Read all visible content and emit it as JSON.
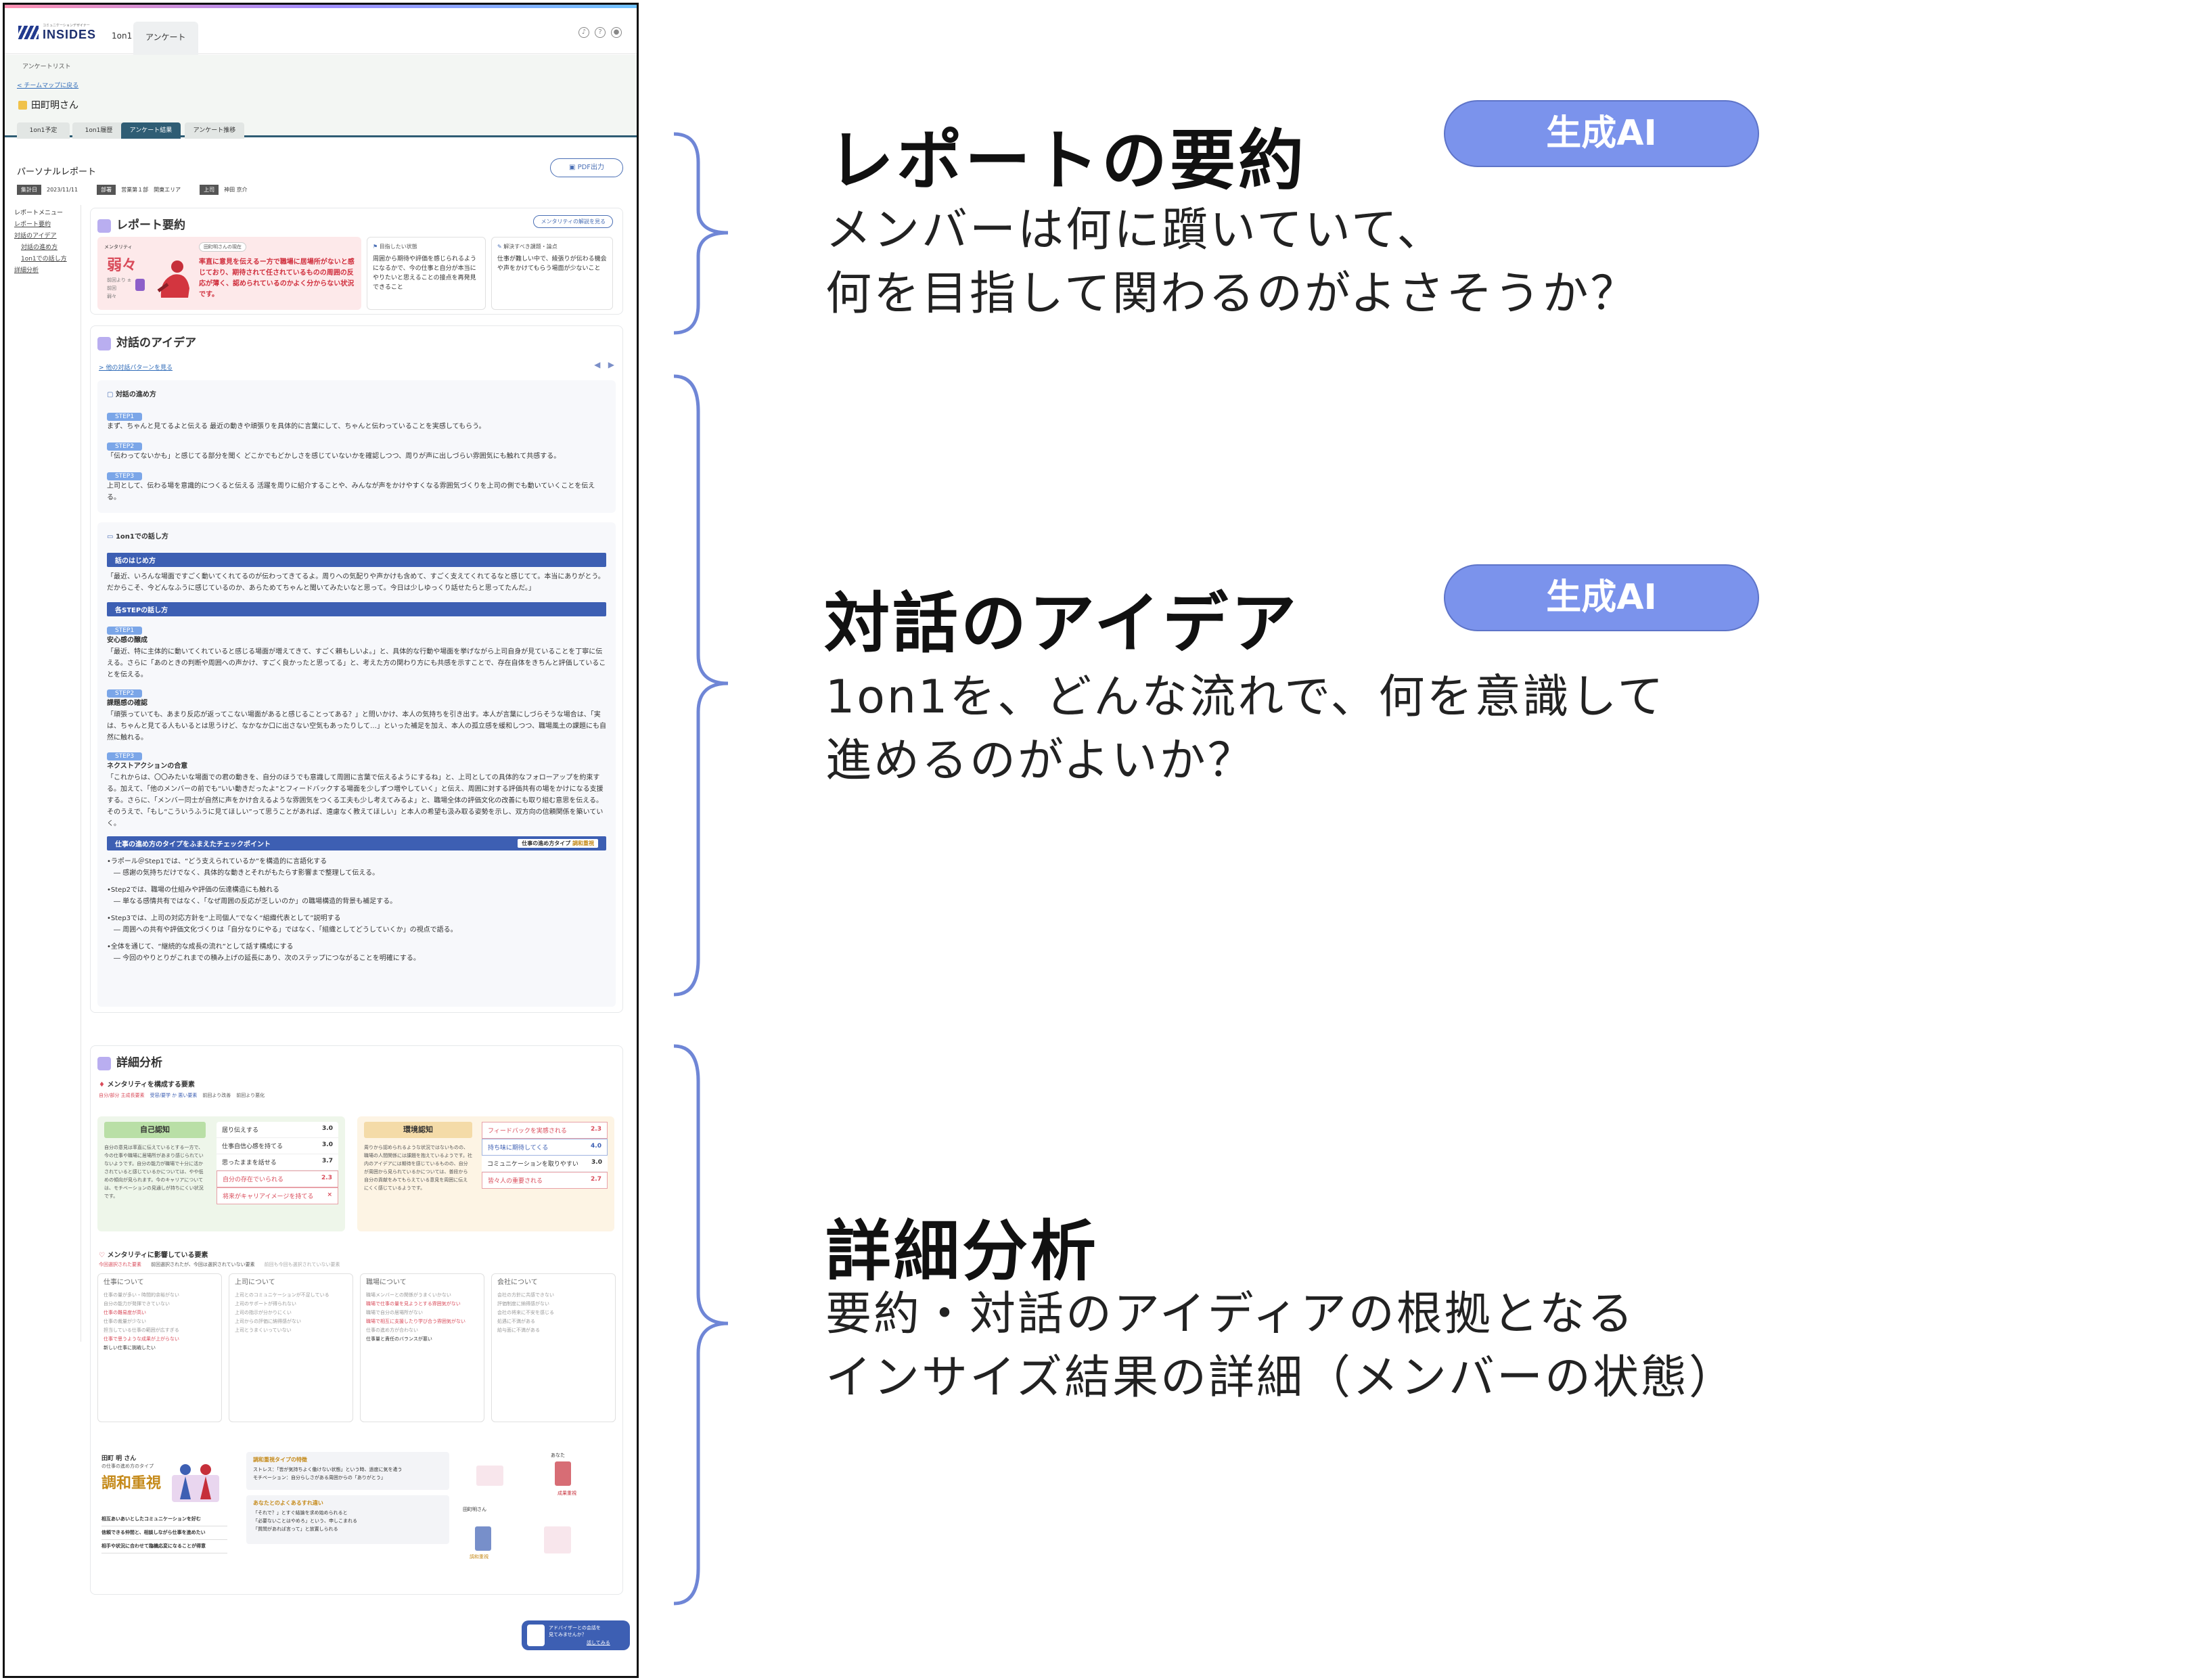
{
  "app": {
    "logo_small": "コミュニケーションデザイナー",
    "logo": "INSIDES",
    "nav": [
      "1on1",
      "アンケート"
    ],
    "icons": [
      "bell-icon",
      "help-icon",
      "user-icon"
    ]
  },
  "subheader": {
    "breadcrumb": "アンケートリスト",
    "back_link": "< チームマップに戻る",
    "member_name": "田町明さん",
    "tabs": [
      "1on1予定",
      "1on1履歴",
      "アンケート結果",
      "アンケート推移"
    ],
    "active_tab": "アンケート結果"
  },
  "report": {
    "title": "パーソナルレポート",
    "pdf_button": "PDF出力",
    "meta": [
      {
        "label": "集計日",
        "value": "2023/11/11"
      },
      {
        "label": "部署",
        "value": "営業第１部　関東エリア"
      },
      {
        "label": "上司",
        "value": "神田 京介"
      }
    ]
  },
  "sidebar": {
    "title": "レポートメニュー",
    "items": [
      "レポート要約",
      "対話のアイデア",
      "対話の進め方",
      "1on1での話し方",
      "詳細分析"
    ]
  },
  "summary": {
    "title": "レポート要約",
    "mentality_button": "メンタリティの解説を見る",
    "mentality_label": "メンタリティ",
    "mentality_value": "弱々",
    "mentality_sub": [
      "前回より",
      "±",
      "前回",
      "弱々"
    ],
    "tag": "田町明さんの現在",
    "main_text": "率直に意見を伝えるー方で職場に居場所がないと感じており、期待されて任されているものの周囲の反応が薄く、認められているのかよく分からない状況です。",
    "col2_title": "目指したい状態",
    "col2_text": "周囲から期待や評価を感じられるようになるかで、今の仕事と自分が本当にやりたいと思えることの接点を再発見できること",
    "col3_title": "解決すべき課題・論点",
    "col3_text": "仕事が難しい中で、綾張りが伝わる機会や声をかけてもらう場面が少ないこと"
  },
  "dialog": {
    "title": "対話のアイデア",
    "link": "> 他の対話パターンを見る",
    "flow_title": "対話の進め方",
    "steps": [
      {
        "label": "STEP1",
        "text": "まず、ちゃんと見てるよと伝える 最近の動きや頑張りを具体的に言葉にして、ちゃんと伝わっていることを実感してもらう。"
      },
      {
        "label": "STEP2",
        "text": "「伝わってないかも」と感じてる部分を聞く どこかでもどかしさを感じていないかを確認しつつ、周りが声に出しづらい雰囲気にも触れて共感する。"
      },
      {
        "label": "STEP3",
        "text": "上司として、伝わる場を意識的につくると伝える 活躍を周りに紹介することや、みんなが声をかけやすくなる雰囲気づくりを上司の側でも動いていくことを伝える。"
      }
    ],
    "talk_title": "1on1での話し方",
    "opening_bar": "話のはじめ方",
    "opening_text": "「最近、いろんな場面ですごく動いてくれてるのが伝わってきてるよ。周りへの気配りや声かけも含めて、すごく支えてくれてるなと感じてて。本当にありがとう。だからこそ、今どんなふうに感じているのか、あらためてちゃんと聞いてみたいなと思って。今日は少しゆっくり話せたらと思ってたんだ。」",
    "steps_bar": "各STEPの話し方",
    "talk_steps": [
      {
        "label": "STEP1",
        "head": "安心感の醸成",
        "text": "「最近、特に主体的に動いてくれていると感じる場面が増えてきて、すごく頼もしいよ。」と、具体的な行動や場面を挙げながら上司自身が見ていることを丁寧に伝える。さらに「あのときの判断や周囲への声かけ、すごく良かったと思ってる」と、考えた方の関わり方にも共感を示すことで、存在自体をきちんと評価していることを伝える。"
      },
      {
        "label": "STEP2",
        "head": "課題感の確認",
        "text": "「頑張っていても、あまり反応が返ってこない場面があると感じることってある？」と問いかけ、本人の気持ちを引き出す。本人が言葉にしづらそうな場合は、「実は、ちゃんと見てる人もいるとは思うけど、なかなか口に出さない空気もあったりして…」といった補足を加え、本人の孤立感を緩和しつつ、職場風土の課題にも自然に触れる。"
      },
      {
        "label": "STEP3",
        "head": "ネクストアクションの合意",
        "text": "「これからは、〇〇みたいな場面での君の動きを、自分のほうでも意識して周囲に言葉で伝えるようにするね」と、上司としての具体的なフォローアップを約束する。加えて、「他のメンバーの前でも“いい動きだったよ”とフィードバックする場面を少しずつ増やしていく」と伝え、周囲に対する評価共有の場をかけになる支援する。さらに、「メンバー同士が自然に声をかけ合えるような雰囲気をつくる工夫も少し考えてみるよ」と、職場全体の評価文化の改善にも取り組む意思を伝える。そのうえで、「もし“こういうふうに見てほしい”って思うことがあれば、遠慮なく教えてほしい」と本人の希望も汲み取る姿勢を示し、双方向の信頼関係を築いていく。"
      }
    ],
    "check_bar": "仕事の進め方のタイプをふまえたチェックポイント",
    "check_type_label": "仕事の進め方タイプ",
    "check_type": "調和重視",
    "checkpoints": [
      {
        "head": "•ラポール＠Step1では、“どう支えられているか”を構造的に言語化する",
        "sub": "― 感謝の気持ちだけでなく、具体的な動きとそれがもたらす影響まで整理して伝える。"
      },
      {
        "head": "•Step2では、職場の仕組みや評価の伝達構造にも触れる",
        "sub": "― 単なる感情共有ではなく、「なぜ周囲の反応が乏しいのか」の職場構造的背景も補足する。"
      },
      {
        "head": "•Step3では、上司の対応方針を“上司個人”でなく“組織代表として”説明する",
        "sub": "― 周囲への共有や評価文化づくりは「自分なりにやる」ではなく、「組織としてどうしていくか」の視点で語る。"
      },
      {
        "head": "•全体を通じて、“継続的な成長の流れ”として話す構成にする",
        "sub": "― 今回のやりとりがこれまでの積み上げの延長にあり、次のステップにつながることを明確にする。"
      }
    ]
  },
  "detail": {
    "title": "詳細分析",
    "elements_title": "メンタリティを構成する要素",
    "legend": [
      "自分/部分 主成長要素",
      "受容/要学 か 悪い要素",
      "前回より改善",
      "前回より悪化"
    ],
    "self_title": "自己認知",
    "self_text": "自分の意見は率直に伝えているとする一方で、今の仕事や職場に居場所があまり感じられていないようです。自分の能力が職場で十分に活かされていると感じているかについては、やや低めの傾向が見られます。今のキャリアについては、モチベーションの見通しが持ちにくい状況です。",
    "self_rows": [
      {
        "label": "居り伝えする",
        "value": "3.0"
      },
      {
        "label": "仕事自信心感を持てる",
        "value": "3.0"
      },
      {
        "label": "思ったままを話せる",
        "value": "3.7"
      },
      {
        "label": "自分の存在でいられる",
        "value": "2.3"
      },
      {
        "label": "将来がキャリアイメージを持てる",
        "value": "×"
      }
    ],
    "env_title": "環境認知",
    "env_text": "周りから認められるような状況ではないものの、職場の人間関係には課題を抱えているようです。社内のアイデアには期待を感じているものの、自分が周囲から見られているかについては、普段から自分の貢献をみてもらえている意見を周囲に伝えにくく感じているようです。",
    "env_rows": [
      {
        "label": "フィードバックを実感される",
        "value": "2.3"
      },
      {
        "label": "持ち味に期待してくる",
        "value": "4.0"
      },
      {
        "label": "コミュニケーションを取りやすい",
        "value": "3.0"
      },
      {
        "label": "皆々人の重要される",
        "value": "2.7"
      }
    ],
    "factors_title": "メンタリティに影響している要素",
    "factor_legend": [
      "今回選択された要素",
      "前回選択されたが、今回は選択されていない要素",
      "前回も今回も選択されていない要素"
    ],
    "factor_cols": [
      {
        "title": "仕事について",
        "items": [
          "仕事の量が多い・時間的余裕がない",
          "自分の能力が発揮できていない",
          "仕事の難易度が高い",
          "仕事の裁量が少ない",
          "担当している仕事の範囲が広すぎる",
          "仕事で思うような成果が上がらない",
          "新しい仕事に挑戦したい"
        ]
      },
      {
        "title": "上司について",
        "items": [
          "上司とのコミュニケーションが不足している",
          "上司のサポートが得られない",
          "上司の指示が分かりにくい",
          "上司からの評価に納得感がない",
          "上司とうまくいっていない"
        ]
      },
      {
        "title": "職場について",
        "items": [
          "職場メンバーとの関係がうまくいかない",
          "職場で仕事の量を見ようとする雰囲気がない",
          "職場で自分の居場所がない",
          "職場で相互に支援したり学び合う雰囲気がない",
          "仕事の進め方が合わない",
          "仕事量と責任のバランスが悪い"
        ]
      },
      {
        "title": "会社について",
        "items": [
          "会社の方針に共感できない",
          "評価制度に納得感がない",
          "会社の将来に不安を感じる",
          "処遇に不満がある",
          "給与面に不満がある"
        ]
      }
    ],
    "type_name_label": "田町 明 さん",
    "type_sub": "の仕事の進め方のタイプ",
    "type_value": "調和重視",
    "type_points": [
      "相互あいあいとしたコミュニケーションを好む",
      "信頼できる仲間と、相談しながら仕事を進めたい",
      "相手や状況に合わせて臨機応変になることが得意"
    ],
    "feature_title": "調和重視タイプの特徴",
    "features": [
      "ストレス：「皆が気持ちよく働けない状態」という時、過度に気を遣う",
      "モチベーション：自分らしさがある周囲からの「ありがとう」"
    ],
    "phrases_title": "あなたとのよくあるすれ違い",
    "phrases": [
      "「それで？」とすぐ結論を求め始められると",
      "「必要ないことはやめろ」という、申しこまれる",
      "「質問があれば言って」と放置しられる"
    ],
    "map_labels": [
      "田町明さん",
      "あなた",
      "調和重視",
      "成果重視"
    ]
  },
  "chat_banner": {
    "text": "アドバイザーとの会話を見てみませんか？",
    "button": "話してみる"
  },
  "annotations": [
    {
      "title": "レポートの要約",
      "badge": "生成AI",
      "lines": [
        "メンバーは何に躓いていて、",
        "何を目指して関わるのがよさそうか？"
      ]
    },
    {
      "title": "対話のアイデア",
      "badge": "生成AI",
      "lines": [
        "1on1を、どんな流れで、何を意識して",
        "進めるのがよいか？"
      ]
    },
    {
      "title": "詳細分析",
      "badge": "",
      "lines": [
        "要約・対話のアイディアの根拠となる",
        "インサイズ結果の詳細（メンバーの状態）"
      ]
    }
  ],
  "colors": {
    "accent": "#2f5d74",
    "ai_badge": "#7b93ec",
    "brace": "#6f86d6",
    "step": "#7ba6e8",
    "bar": "#3d5fb3"
  }
}
